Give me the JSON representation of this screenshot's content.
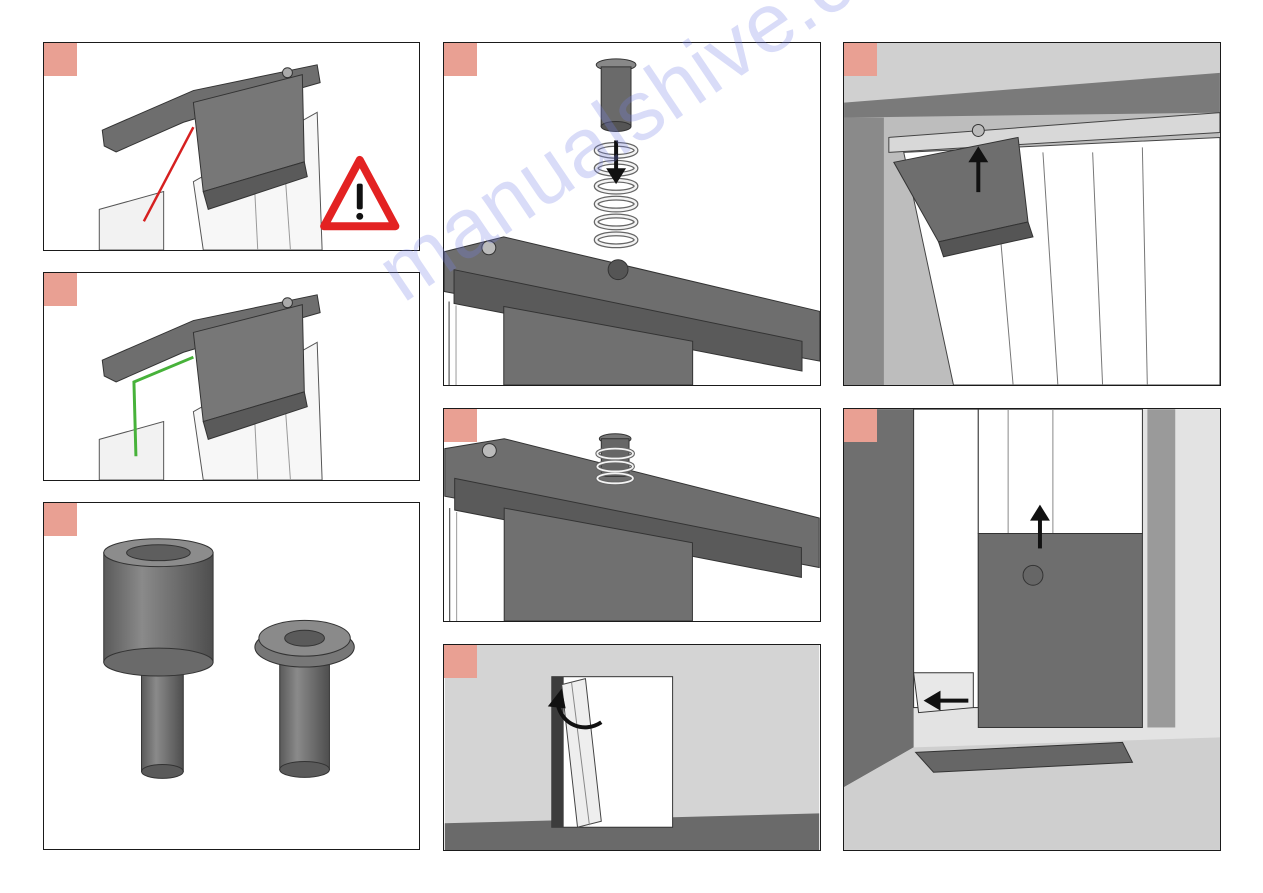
{
  "watermark": {
    "text": "manualshive.com"
  },
  "colors": {
    "badge": "#e9a093",
    "part_gray": "#6e6e6e",
    "wrong_line": "#d62020",
    "right_line": "#47b23a",
    "warning_red": "#e32222"
  },
  "panels": [
    {
      "id": "step-a",
      "icon": "warning-triangle-icon"
    },
    {
      "id": "step-b",
      "icon": "green-guide-line"
    },
    {
      "id": "step-c",
      "icon": "bushing-pair"
    },
    {
      "id": "step-d",
      "icon": "arrow-down-icon"
    },
    {
      "id": "step-e",
      "icon": "spring-inserted"
    },
    {
      "id": "step-f",
      "icon": "curved-arrow-icon"
    },
    {
      "id": "step-g",
      "icon": "arrow-up-icon"
    },
    {
      "id": "step-h",
      "icon": "arrow-left-icon"
    }
  ]
}
